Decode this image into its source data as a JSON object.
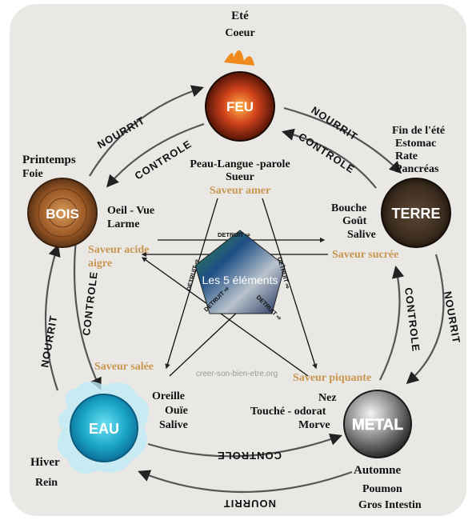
{
  "elements": {
    "feu": {
      "name": "FEU",
      "season": "Eté",
      "organs": [
        "Coeur"
      ],
      "senses": [
        "Peau-Langue -parole",
        "Sueur"
      ],
      "saveur": "Saveur amer"
    },
    "terre": {
      "name": "TERRE",
      "season": "Fin de l'été",
      "organs": [
        "Estomac",
        "Rate",
        "Pancréas"
      ],
      "senses": [
        "Bouche",
        "Goût",
        "Salive"
      ],
      "saveur": "Saveur  sucrée"
    },
    "metal": {
      "name": "METAL",
      "season": "Automne",
      "organs": [
        "Poumon",
        "Gros Intestin"
      ],
      "senses": [
        "Nez",
        "Touché - odorat",
        "Morve"
      ],
      "saveur": "Saveur piquante"
    },
    "eau": {
      "name": "EAU",
      "season": "Hiver",
      "organs": [
        "Rein"
      ],
      "senses": [
        "Oreille",
        "Ouïe",
        "Salive"
      ],
      "saveur": "Saveur salée"
    },
    "bois": {
      "name": "BOIS",
      "season": "Printemps",
      "organs": [
        "Foie"
      ],
      "senses": [
        "Oeil - Vue",
        "Larme"
      ],
      "saveur_lines": [
        "Saveur acide",
        "aigre"
      ]
    }
  },
  "cycle_labels": {
    "nourrit": "NOURRIT",
    "controle": "CONTROLE",
    "detruit": "DETRUIT ⇨"
  },
  "center": {
    "title": "Les 5 éléments"
  },
  "watermark": "creer-son-bien-etre.org",
  "colors": {
    "saveur": "#c8964f",
    "arrow": "#555555",
    "text": "#111111"
  }
}
